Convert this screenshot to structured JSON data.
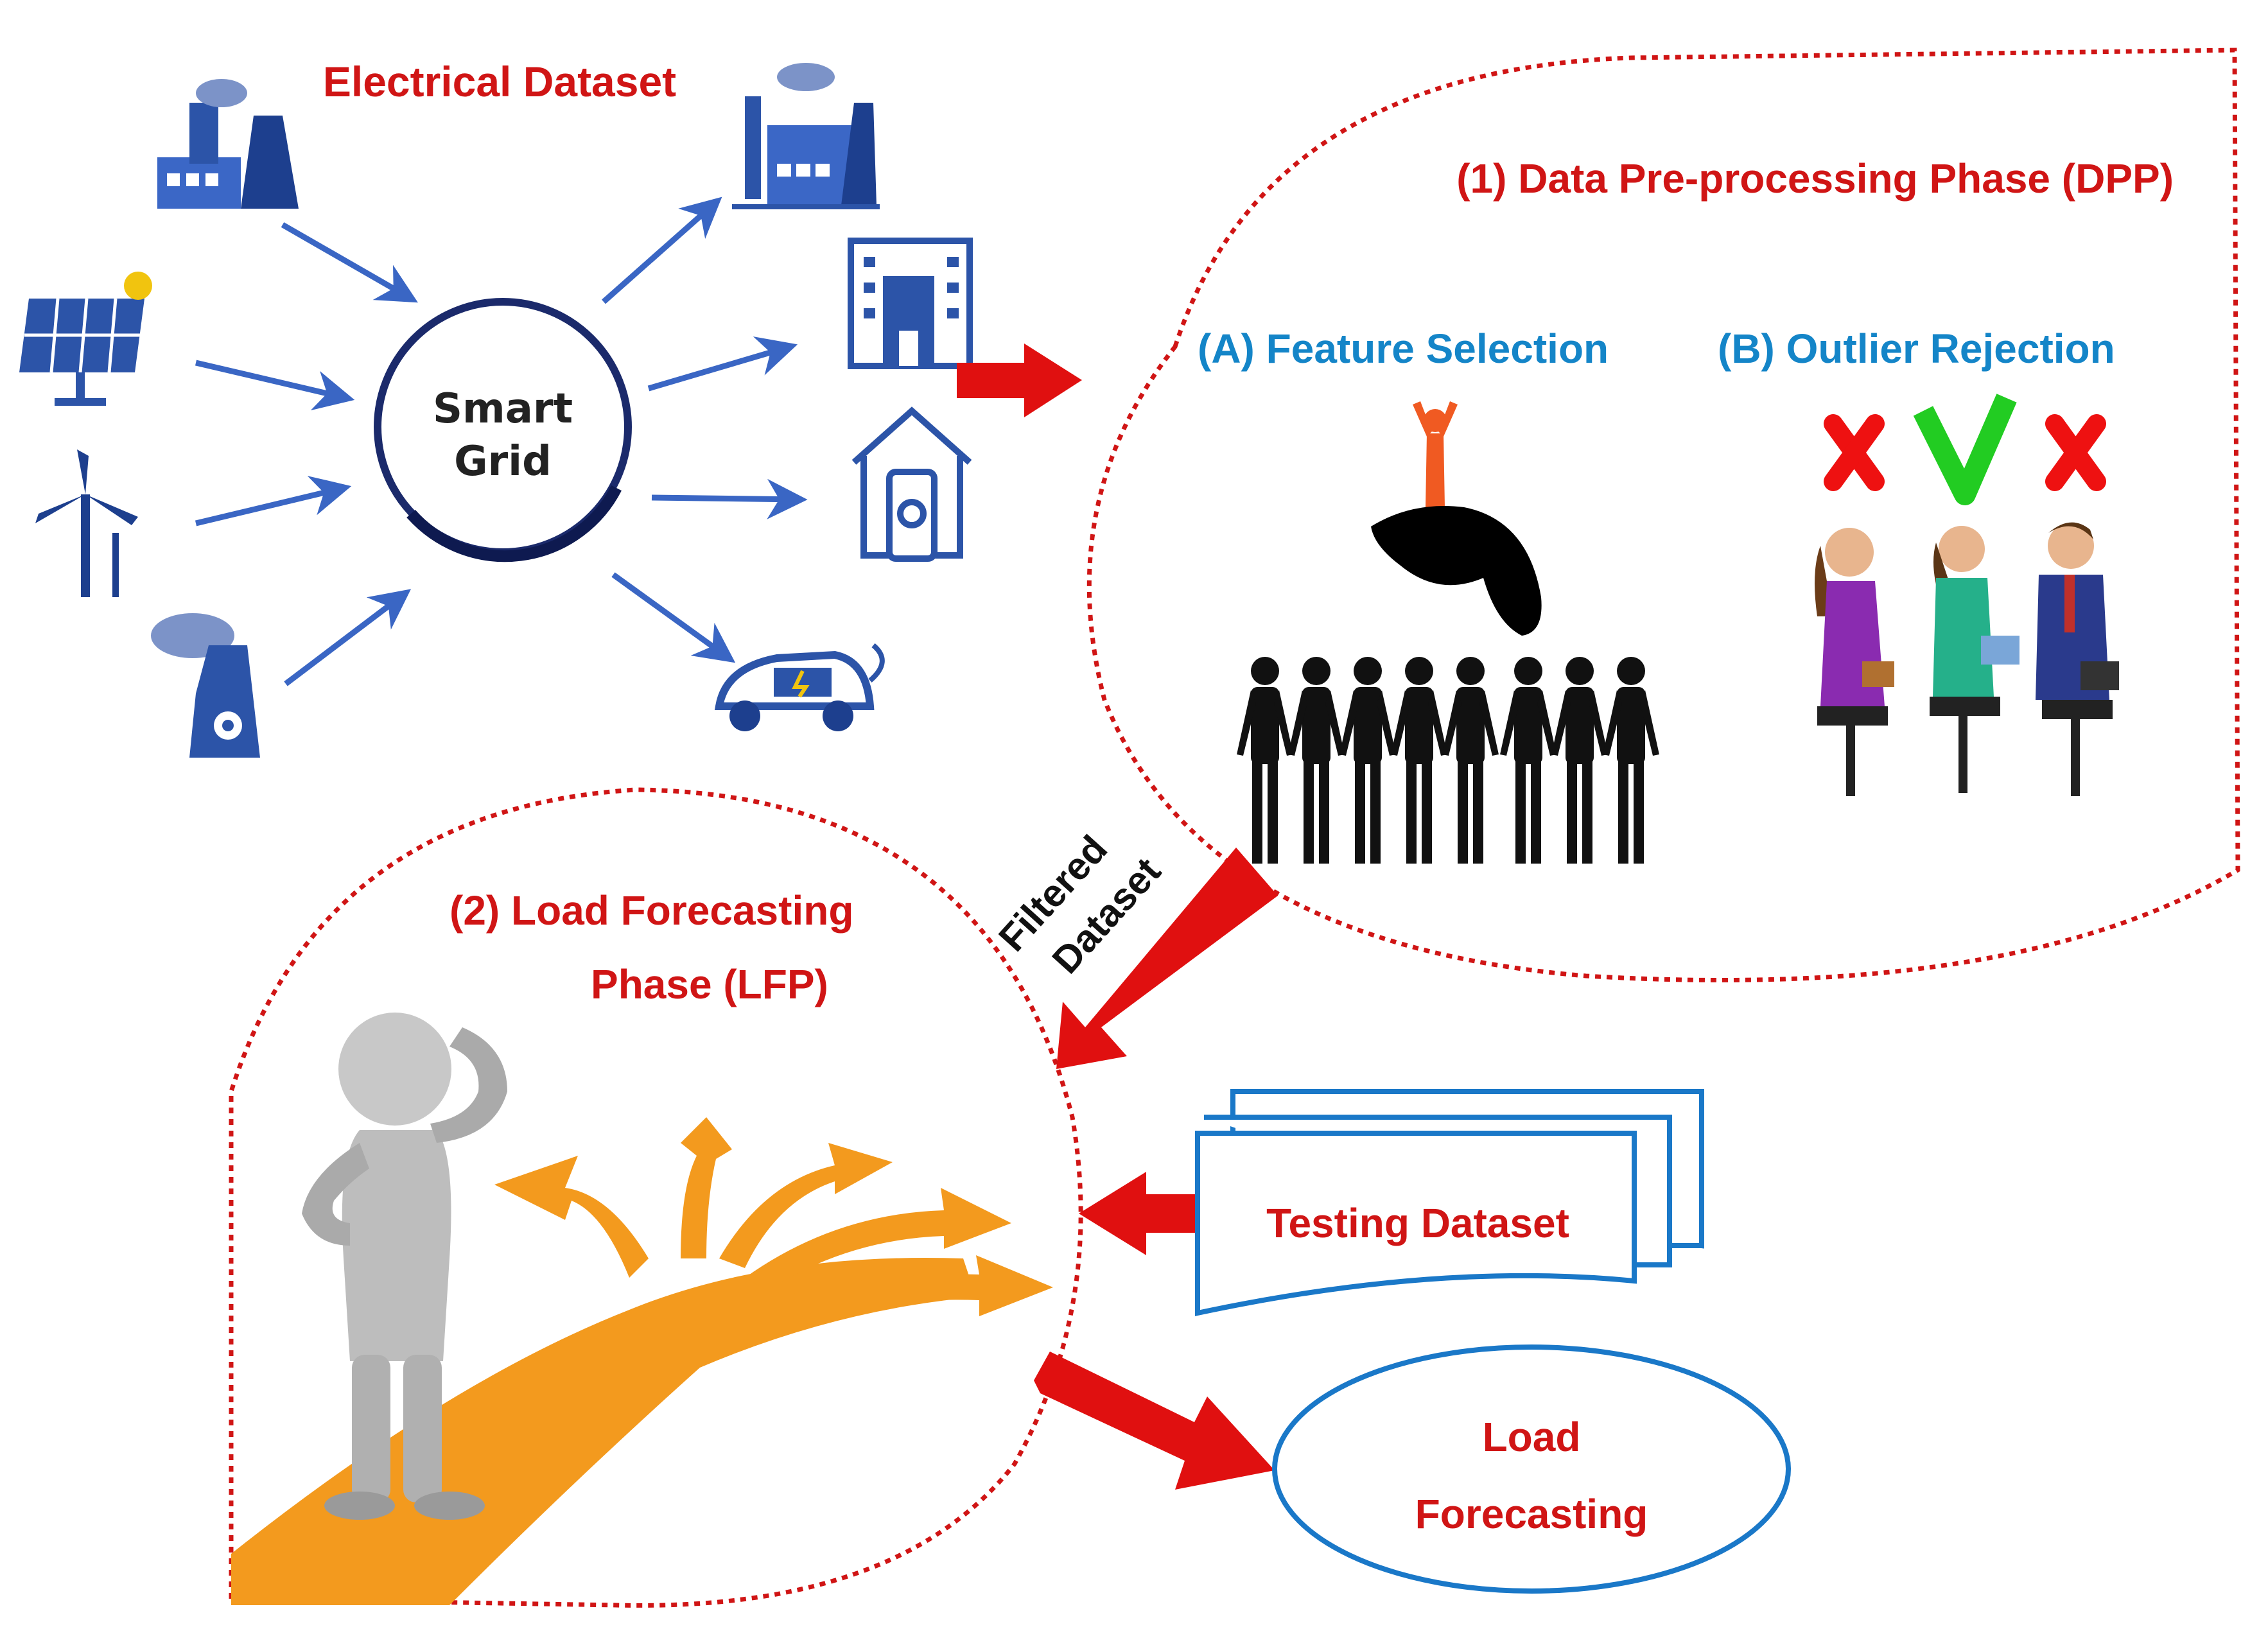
{
  "title": "Electrical Dataset",
  "smart_grid": {
    "line1": "Smart",
    "line2": "Grid"
  },
  "dpp": {
    "title": "(1)  Data Pre-processing Phase (DPP)",
    "feature_selection": "(A)  Feature Selection",
    "outlier_rejection": "(B)  Outlier Rejection"
  },
  "filtered": {
    "line1": "Filtered",
    "line2": "Dataset"
  },
  "lfp": {
    "line1": "(2)  Load Forecasting",
    "line2": "Phase (LFP)"
  },
  "testing_dataset": "Testing Dataset",
  "load_forecasting": {
    "line1": "Load",
    "line2": "Forecasting"
  },
  "colors": {
    "red_text": "#d01515",
    "blue_text": "#1485c8",
    "arrow_red": "#e01010",
    "icon_blue": "#2c54a8",
    "doc_blue": "#1a78c8",
    "path_orange": "#f39a1e"
  },
  "icons": {
    "sources": [
      "power-plant-icon",
      "solar-panel-icon",
      "wind-turbine-icon",
      "nuclear-plant-icon"
    ],
    "consumers": [
      "factory-icon",
      "office-building-icon",
      "smart-home-icon",
      "electric-car-icon"
    ],
    "outlier_marks": [
      "reject-mark",
      "accept-mark",
      "reject-mark"
    ]
  }
}
